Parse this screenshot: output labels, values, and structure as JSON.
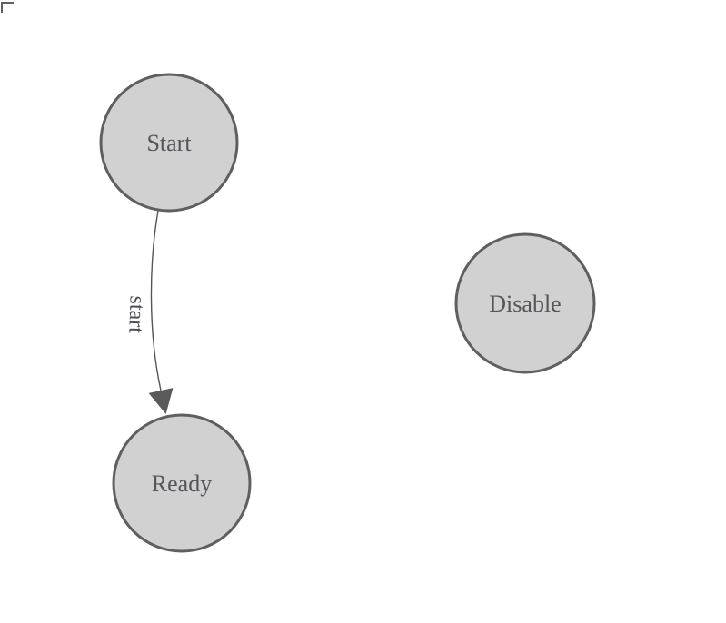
{
  "diagram": {
    "nodes": [
      {
        "id": "start",
        "label": "Start"
      },
      {
        "id": "ready",
        "label": "Ready"
      },
      {
        "id": "disable",
        "label": "Disable"
      }
    ],
    "edges": [
      {
        "from": "start",
        "to": "ready",
        "label": "start"
      }
    ]
  },
  "colors": {
    "background": "#ffffff",
    "node_fill": "#d1d1d1",
    "node_stroke": "#5f5f5f",
    "node_label": "#54545a",
    "edge_stroke": "#555555",
    "arrowhead_fill": "#5a5a5a",
    "edge_label": "#4e4e55",
    "corner_mark": "#606060"
  }
}
